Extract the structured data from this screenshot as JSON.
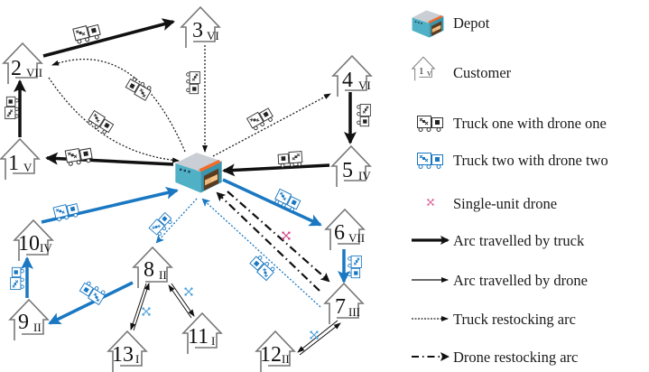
{
  "colors": {
    "truck1": "#111111",
    "truck2": "#1a78c2",
    "house": "#777777",
    "drone_single": "#d94f8f",
    "depot_body": "#4fb0c6",
    "depot_roof": "#c9cfd4",
    "depot_stripe": "#f26b2a",
    "depot_boxes": "#e9b777"
  },
  "customers": [
    {
      "id": "1",
      "label": "1",
      "sub": "V"
    },
    {
      "id": "2",
      "label": "2",
      "sub": "VII"
    },
    {
      "id": "3",
      "label": "3",
      "sub": "VI"
    },
    {
      "id": "4",
      "label": "4",
      "sub": "VI"
    },
    {
      "id": "5",
      "label": "5",
      "sub": "IV"
    },
    {
      "id": "6",
      "label": "6",
      "sub": "VII"
    },
    {
      "id": "7",
      "label": "7",
      "sub": "III"
    },
    {
      "id": "8",
      "label": "8",
      "sub": "II"
    },
    {
      "id": "9",
      "label": "9",
      "sub": "II"
    },
    {
      "id": "10",
      "label": "10",
      "sub": "IV"
    },
    {
      "id": "11",
      "label": "11",
      "sub": "I"
    },
    {
      "id": "12",
      "label": "12",
      "sub": "II"
    },
    {
      "id": "13",
      "label": "13",
      "sub": "I"
    }
  ],
  "arcs": [
    {
      "from": "depot",
      "to": "1",
      "type": "truck",
      "vehicle": "truck1"
    },
    {
      "from": "1",
      "to": "2",
      "type": "truck",
      "vehicle": "truck1"
    },
    {
      "from": "2",
      "to": "3",
      "type": "truck",
      "vehicle": "truck1"
    },
    {
      "from": "3",
      "to": "depot",
      "type": "truck-restock",
      "vehicle": "truck1"
    },
    {
      "from": "depot",
      "to": "4",
      "type": "truck-restock",
      "vehicle": "truck1"
    },
    {
      "from": "4",
      "to": "5",
      "type": "truck",
      "vehicle": "truck1"
    },
    {
      "from": "5",
      "to": "depot",
      "type": "truck",
      "vehicle": "truck1"
    },
    {
      "from": "2",
      "to": "depot",
      "type": "truck-restock",
      "vehicle": "truck1"
    },
    {
      "from": "depot",
      "to": "2",
      "type": "truck-restock",
      "vehicle": "truck1"
    },
    {
      "from": "depot",
      "to": "6",
      "type": "truck",
      "vehicle": "truck2"
    },
    {
      "from": "6",
      "to": "7",
      "type": "truck",
      "vehicle": "truck2"
    },
    {
      "from": "7",
      "to": "depot",
      "type": "truck-restock",
      "vehicle": "truck2"
    },
    {
      "from": "depot",
      "to": "8",
      "type": "truck-restock",
      "vehicle": "truck2"
    },
    {
      "from": "8",
      "to": "9",
      "type": "truck",
      "vehicle": "truck2"
    },
    {
      "from": "9",
      "to": "10",
      "type": "truck",
      "vehicle": "truck2"
    },
    {
      "from": "10",
      "to": "depot",
      "type": "truck",
      "vehicle": "truck2"
    },
    {
      "from": "8",
      "to": "13",
      "type": "drone"
    },
    {
      "from": "13",
      "to": "8",
      "type": "drone"
    },
    {
      "from": "8",
      "to": "11",
      "type": "drone"
    },
    {
      "from": "11",
      "to": "8",
      "type": "drone"
    },
    {
      "from": "7",
      "to": "12",
      "type": "drone"
    },
    {
      "from": "12",
      "to": "7",
      "type": "drone"
    },
    {
      "from": "depot",
      "to": "7",
      "type": "drone-restock"
    },
    {
      "from": "7",
      "to": "depot",
      "type": "drone-restock"
    }
  ],
  "legend": {
    "depot": "Depot",
    "customer": "Customer",
    "customer_sample_label": "1",
    "customer_sample_sub": "V",
    "truck1": "Truck one with drone one",
    "truck2": "Truck two with drone two",
    "single_drone": "Single-unit drone",
    "truck_arc": "Arc travelled by truck",
    "drone_arc": "Arc travelled by drone",
    "truck_restock": "Truck restocking arc",
    "drone_restock": "Drone restocking arc"
  }
}
